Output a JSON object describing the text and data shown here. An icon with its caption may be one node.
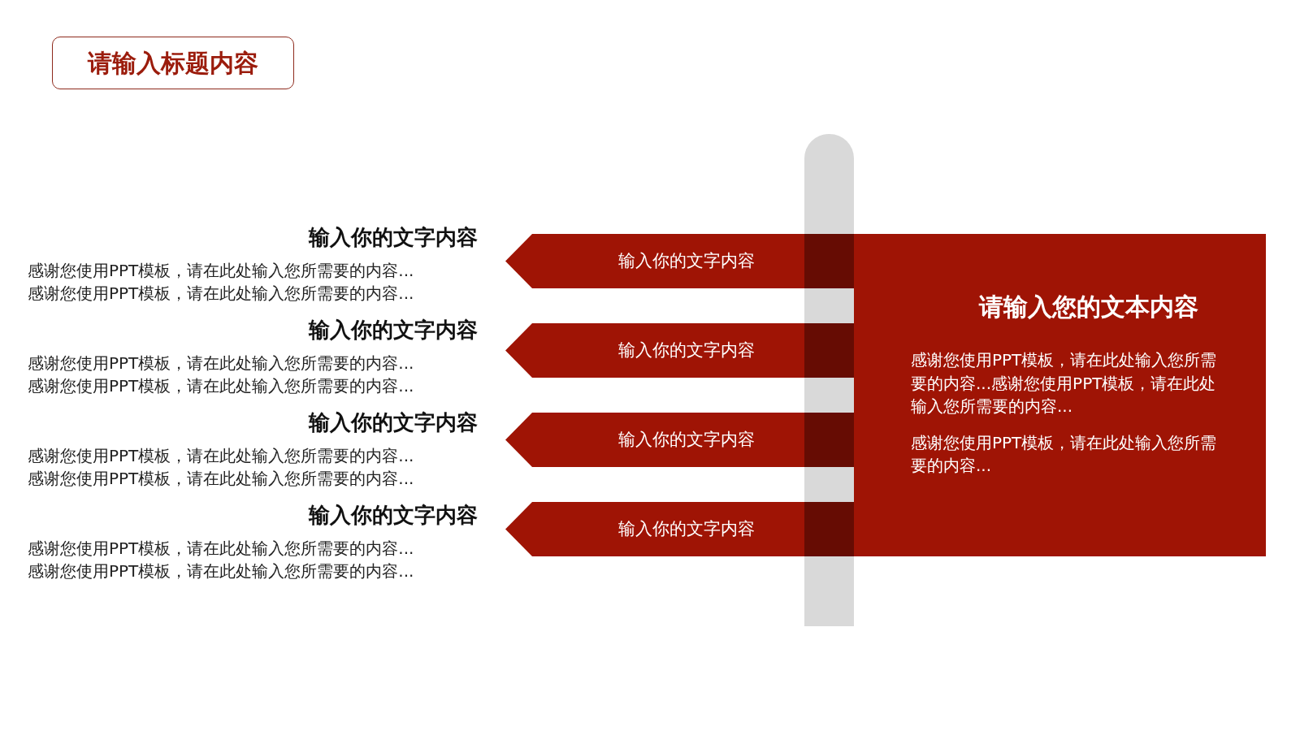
{
  "diagram": {
    "title": "请输入标题内容",
    "nodes": [
      {
        "text": [
          "输入你的文字内容"
        ],
        "beside": [
          "输入你的文字内容",
          "感谢您使用PPT模板，请在此处输入您所需要的内容...",
          "感谢您使用PPT模板，请在此处输入您所需要的内容..."
        ]
      },
      {
        "text": [
          "输入你的文字内容"
        ],
        "beside": [
          "输入你的文字内容",
          "感谢您使用PPT模板，请在此处输入您所需要的内容...",
          "感谢您使用PPT模板，请在此处输入您所需要的内容..."
        ]
      },
      {
        "text": [
          "输入你的文字内容"
        ],
        "beside": [
          "输入你的文字内容",
          "感谢您使用PPT模板，请在此处输入您所需要的内容...",
          "感谢您使用PPT模板，请在此处输入您所需要的内容..."
        ]
      },
      {
        "text": [
          "输入你的文字内容"
        ],
        "beside": [
          "输入你的文字内容",
          "感谢您使用PPT模板，请在此处输入您所需要的内容...",
          "感谢您使用PPT模板，请在此处输入您所需要的内容..."
        ]
      },
      {
        "text": [
          "请输入您的文本内容",
          "感谢您使用PPT模板，请在此处输入您所需要的内容...感谢您使用PPT模板，请在此处输入您所需要的内容...",
          "感谢您使用PPT模板，请在此处输入您所需要的内容..."
        ]
      },
      {
        "text": [],
        "shape": "bar"
      }
    ]
  }
}
